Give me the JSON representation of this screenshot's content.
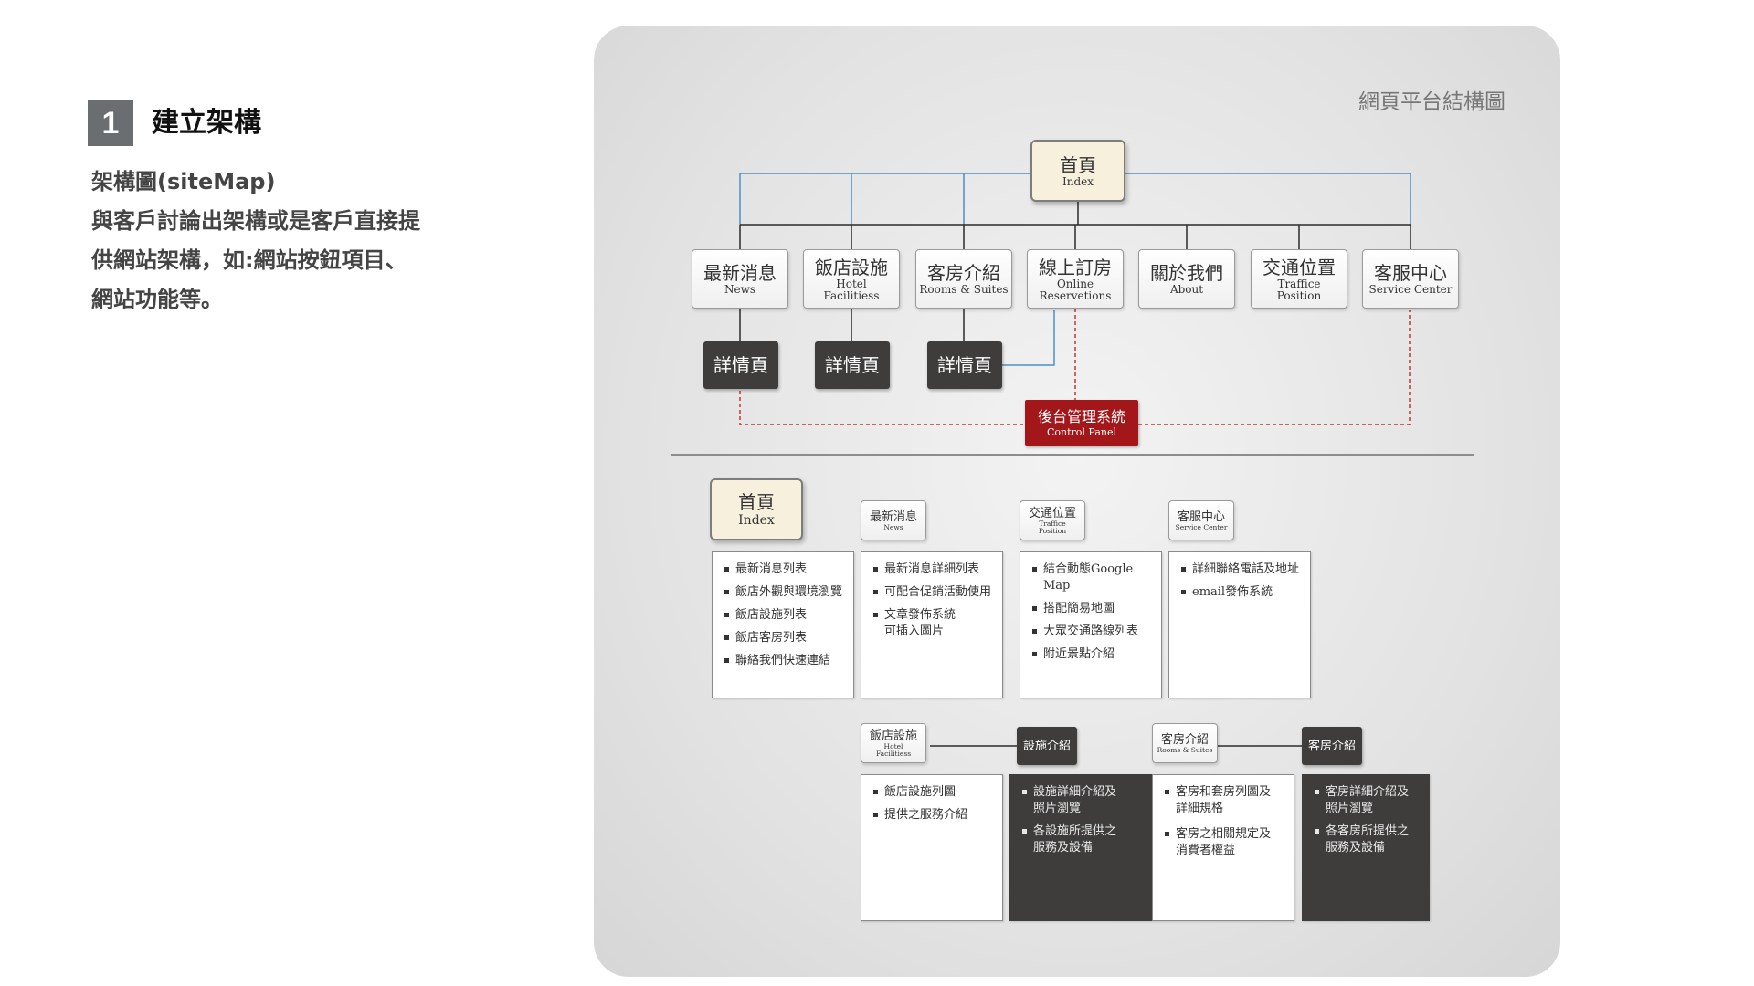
{
  "step": {
    "number": "1",
    "title": "建立架構"
  },
  "description": [
    "架構圖(siteMap)",
    "與客戶討論出架構或是客戶直接提",
    "供網站架構，如:網站按鈕項目、",
    "網站功能等。"
  ],
  "diagram": {
    "title": "網頁平台結構圖",
    "index": {
      "zh": "首頁",
      "en": "Index"
    },
    "nav": [
      {
        "zh": "最新消息",
        "en": "News"
      },
      {
        "zh": "飯店設施",
        "en": "Hotel\nFacilitiess"
      },
      {
        "zh": "客房介紹",
        "en": "Rooms & Suites"
      },
      {
        "zh": "線上訂房",
        "en": "Online\nReservetions"
      },
      {
        "zh": "關於我們",
        "en": "About"
      },
      {
        "zh": "交通位置",
        "en": "Traffice\nPosition"
      },
      {
        "zh": "客服中心",
        "en": "Service Center"
      }
    ],
    "detail_label": "詳情頁",
    "control_panel": {
      "zh": "後台管理系統",
      "en": "Control Panel"
    }
  },
  "pages": {
    "index": {
      "zh": "首頁",
      "en": "Index",
      "items": [
        "最新消息列表",
        "飯店外觀與環境瀏覽",
        "飯店設施列表",
        "飯店客房列表",
        "聯絡我們快速連結"
      ]
    },
    "news": {
      "zh": "最新消息",
      "en": "News",
      "items": [
        "最新消息詳細列表",
        "可配合促銷活動使用",
        "文章發佈系統\n可插入圖片"
      ]
    },
    "traffic": {
      "zh": "交通位置",
      "en": "Traffice\nPosition",
      "items": [
        "結合動態Google Map",
        "搭配簡易地圖",
        "大眾交通路線列表",
        "附近景點介紹"
      ]
    },
    "service": {
      "zh": "客服中心",
      "en": "Service Center",
      "items": [
        "詳細聯絡電話及地址",
        "email發佈系統"
      ]
    },
    "facilities": {
      "zh": "飯店設施",
      "en": "Hotel\nFacilitiess",
      "items": [
        "飯店設施列圖",
        "提供之服務介紹"
      ]
    },
    "facility_detail": {
      "label": "設施介紹",
      "items": [
        "設施詳細介紹及\n照片瀏覽",
        "各設施所提供之\n服務及設備"
      ]
    },
    "rooms": {
      "zh": "客房介紹",
      "en": "Rooms & Suites",
      "items": [
        "客房和套房列圖及\n詳細規格",
        "客房之相關規定及\n消費者權益"
      ]
    },
    "room_detail": {
      "label": "客房介紹",
      "items": [
        "客房詳細介紹及\n照片瀏覽",
        "各客房所提供之\n服務及設備"
      ]
    }
  },
  "colors": {
    "blue_link": "#4a90c8",
    "red_link": "#c0392b",
    "dark_box": "#3e3d3c",
    "index_fill": "#f6f0dc",
    "control_panel": "#a3161a"
  }
}
